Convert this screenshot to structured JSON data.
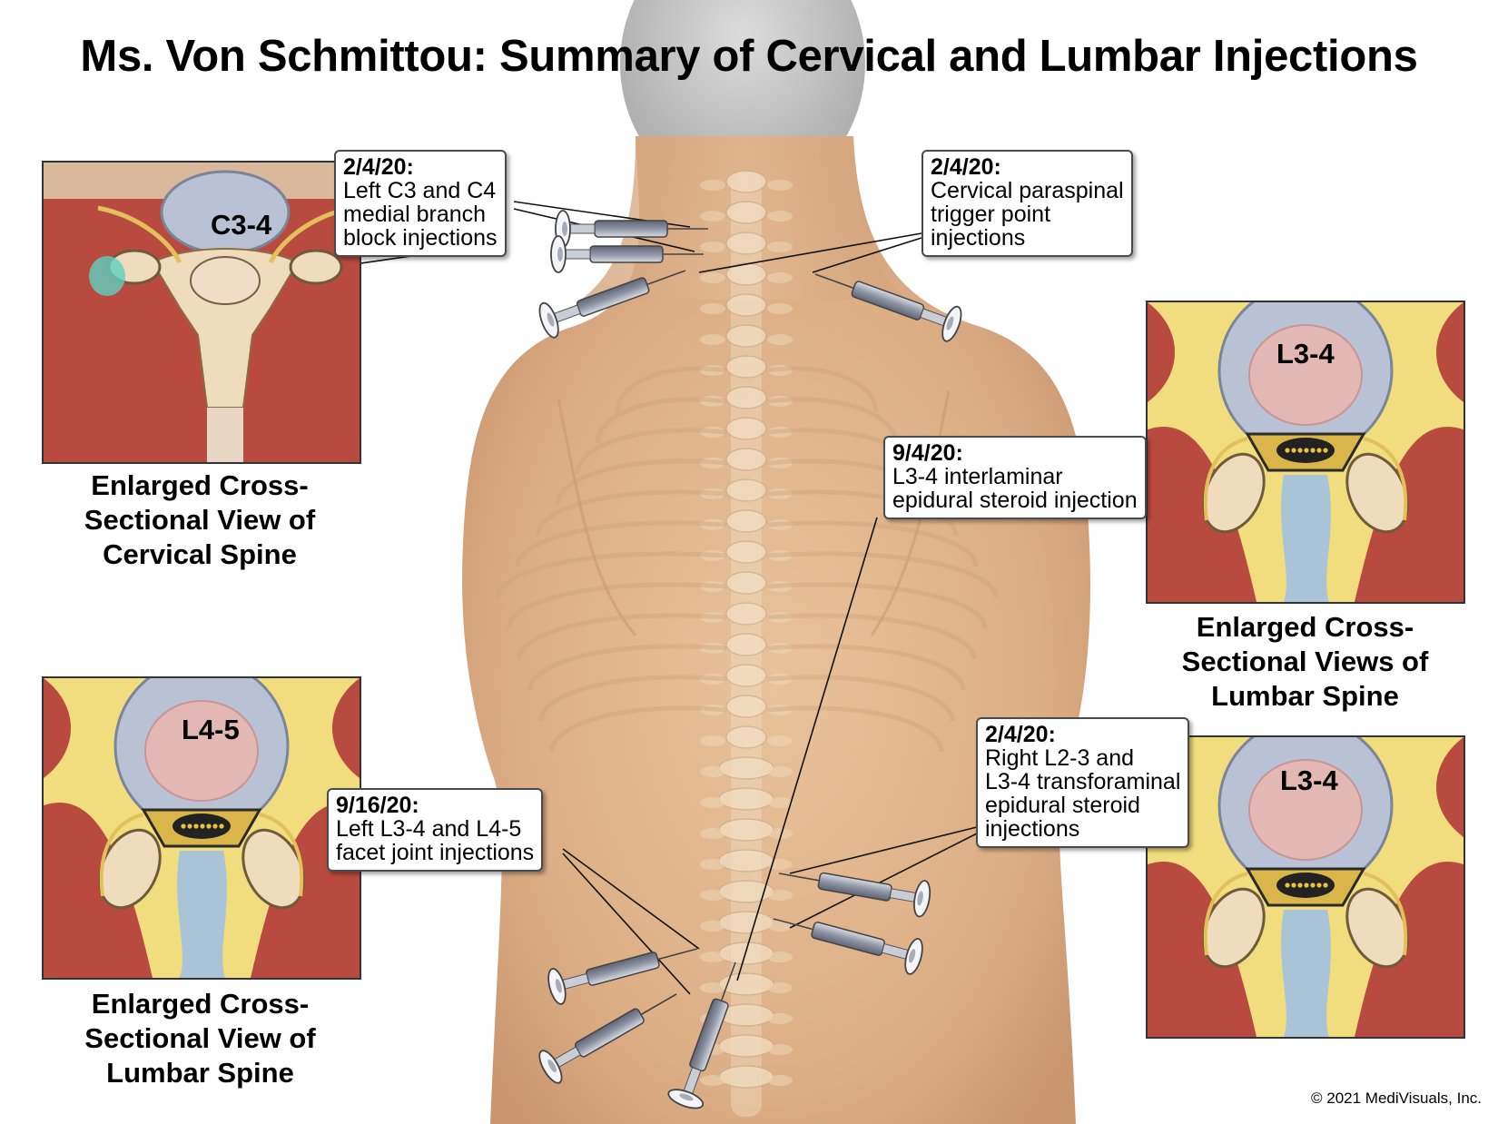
{
  "title": "Ms. Von Schmittou: Summary of Cervical and Lumbar Injections",
  "callouts": [
    {
      "date": "2/4/20:",
      "text": "Left C3 and C4\nmedial branch\nblock injections"
    },
    {
      "date": "2/4/20:",
      "text": "Cervical paraspinal\ntrigger point\ninjections"
    },
    {
      "date": "9/4/20:",
      "text": "L3-4 interlaminar\nepidural steroid injection"
    },
    {
      "date": "2/4/20:",
      "text": "Right L2-3 and\nL3-4 transforaminal\nepidural steroid\ninjections"
    },
    {
      "date": "9/16/20:",
      "text": "Left L3-4 and L4-5\nfacet joint injections"
    }
  ],
  "panels": [
    {
      "label": "C3-4",
      "caption": "Enlarged Cross-\nSectional View of\nCervical Spine"
    },
    {
      "label": "L3-4",
      "caption": "Enlarged Cross-\nSectional Views of\nLumbar Spine"
    },
    {
      "label": "L3-4",
      "caption": ""
    },
    {
      "label": "L4-5",
      "caption": "Enlarged Cross-\nSectional View of\nLumbar Spine"
    }
  ],
  "copyright": "© 2021 MediVisuals, Inc.",
  "colors": {
    "skin": "#e2b48b",
    "muscle": "#b94a40",
    "fat": "#f1dc7e",
    "disc": "#b9c2d4",
    "bone": "#eedcbc"
  }
}
